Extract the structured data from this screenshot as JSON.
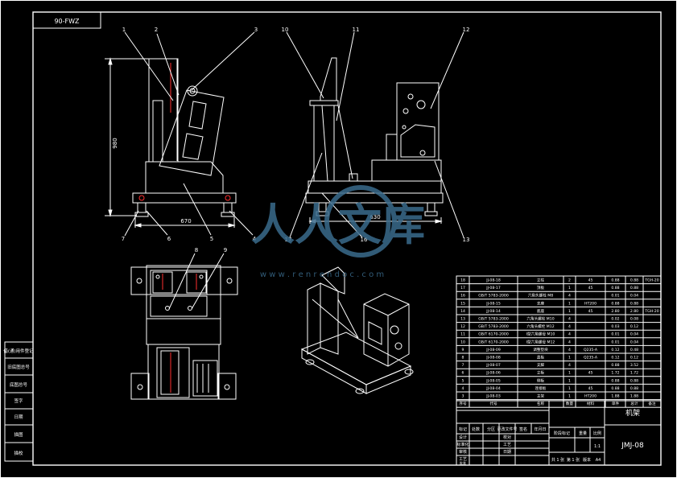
{
  "drawing": {
    "code_stamp": "90-FWZ",
    "drawing_title": "机架",
    "drawing_number": "JMJ-08",
    "colors": {
      "background": "#000000",
      "lines": "#ffffff",
      "callouts": "#ffffff",
      "centerline": "#ff3030",
      "watermark": "#3a6b8c"
    }
  },
  "watermark": {
    "text": "人人文库",
    "url": "w w w . r e n r e n d o c . c o m"
  },
  "dimensions": {
    "height": "980",
    "front_width": "670",
    "side_width": "630"
  },
  "callouts": {
    "front": [
      "1",
      "2",
      "3",
      "7",
      "6",
      "5",
      "4"
    ],
    "side": [
      "10",
      "11",
      "12",
      "17",
      "16",
      "13"
    ],
    "top": [
      "8",
      "9"
    ]
  },
  "side_labels": [
    "借(通)用件登记",
    "旧底图总号",
    "底图总号",
    "签字",
    "日期",
    "描图",
    "描校"
  ],
  "bom": {
    "headers": [
      "序号",
      "代号",
      "名称",
      "数量",
      "材料",
      "单件",
      "总计",
      "备注"
    ],
    "rows": [
      {
        "no": "18",
        "code": "JJ-08-18",
        "name": "立柱",
        "qty": "2",
        "mat": "45",
        "unit": "0.88",
        "total": "0.88",
        "note": "TGH-20"
      },
      {
        "no": "17",
        "code": "JJ-08-17",
        "name": "顶板",
        "qty": "1",
        "mat": "45",
        "unit": "0.88",
        "total": "0.88",
        "note": ""
      },
      {
        "no": "16",
        "code": "GB/T 5783-2000",
        "name": "六角头螺栓 M8",
        "qty": "4",
        "mat": "",
        "unit": "0.01",
        "total": "0.04",
        "note": ""
      },
      {
        "no": "15",
        "code": "JJ-08-15",
        "name": "支座",
        "qty": "1",
        "mat": "HT200",
        "unit": "0.88",
        "total": "0.88",
        "note": ""
      },
      {
        "no": "14",
        "code": "JJ-08-14",
        "name": "底座",
        "qty": "1",
        "mat": "45",
        "unit": "2.80",
        "total": "2.80",
        "note": "TGH-20"
      },
      {
        "no": "13",
        "code": "GB/T 5783-2000",
        "name": "六角头螺栓 M10",
        "qty": "4",
        "mat": "",
        "unit": "0.02",
        "total": "0.08",
        "note": ""
      },
      {
        "no": "12",
        "code": "GB/T 5783-2000",
        "name": "六角头螺栓 M12",
        "qty": "4",
        "mat": "",
        "unit": "0.03",
        "total": "0.12",
        "note": ""
      },
      {
        "no": "11",
        "code": "GB/T 6170-2000",
        "name": "I型六角螺母 M10",
        "qty": "4",
        "mat": "",
        "unit": "0.01",
        "total": "0.04",
        "note": ""
      },
      {
        "no": "10",
        "code": "GB/T 6170-2000",
        "name": "I型六角螺母 M12",
        "qty": "4",
        "mat": "",
        "unit": "0.01",
        "total": "0.04",
        "note": ""
      },
      {
        "no": "9",
        "code": "JJ-08-09",
        "name": "调整垫块",
        "qty": "4",
        "mat": "Q235-A",
        "unit": "0.12",
        "total": "0.48",
        "note": ""
      },
      {
        "no": "8",
        "code": "JJ-08-08",
        "name": "盖板",
        "qty": "1",
        "mat": "Q235-A",
        "unit": "0.12",
        "total": "0.12",
        "note": ""
      },
      {
        "no": "7",
        "code": "JJ-08-07",
        "name": "支脚",
        "qty": "4",
        "mat": "",
        "unit": "0.88",
        "total": "3.52",
        "note": ""
      },
      {
        "no": "6",
        "code": "JJ-08-06",
        "name": "立板",
        "qty": "1",
        "mat": "45",
        "unit": "1.72",
        "total": "1.72",
        "note": ""
      },
      {
        "no": "5",
        "code": "JJ-08-05",
        "name": "侧板",
        "qty": "1",
        "mat": "",
        "unit": "0.88",
        "total": "0.88",
        "note": ""
      },
      {
        "no": "4",
        "code": "JJ-08-04",
        "name": "连接板",
        "qty": "1",
        "mat": "45",
        "unit": "0.88",
        "total": "0.88",
        "note": ""
      },
      {
        "no": "3",
        "code": "JJ-08-03",
        "name": "主架",
        "qty": "1",
        "mat": "HT200",
        "unit": "1.88",
        "total": "1.88",
        "note": ""
      }
    ]
  },
  "title_block": {
    "rev_headers": [
      "标记",
      "处数",
      "分区",
      "更改文件号",
      "签名",
      "年月日"
    ],
    "roles": [
      "设计",
      "标准化",
      "审核",
      "工艺",
      "批准"
    ],
    "roles_right": [
      "校对",
      "工艺",
      "日期"
    ],
    "stage_headers": [
      "阶段标记",
      "重量",
      "比例"
    ],
    "scale": "1:1",
    "sheet_info": [
      "共 1 张",
      "第 1 张",
      "版本",
      "A4"
    ]
  }
}
